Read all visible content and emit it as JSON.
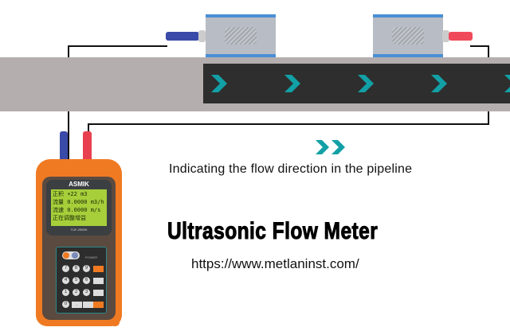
{
  "diagram": {
    "caption": "Indicating the flow direction in the pipeline",
    "title": "Ultrasonic Flow Meter",
    "url": "https://www.metlaninst.com/",
    "colors": {
      "arrow": "#12a0a6",
      "pipe": "#b4afae",
      "device": "#f07a22",
      "lcd": "#a6cf3a"
    }
  },
  "device": {
    "brand": "ASMIK",
    "model": "TUF-2000H",
    "lcd_lines": [
      "正积    +22 m3",
      "流量 0.0000 m3/h",
      "流速 0.0000 m/s",
      "  正在调整增益"
    ],
    "keys": [
      "7",
      "8",
      "9",
      "4",
      "5",
      "6",
      "1",
      "2",
      "3",
      "0",
      "."
    ],
    "power_label": "POWER"
  }
}
